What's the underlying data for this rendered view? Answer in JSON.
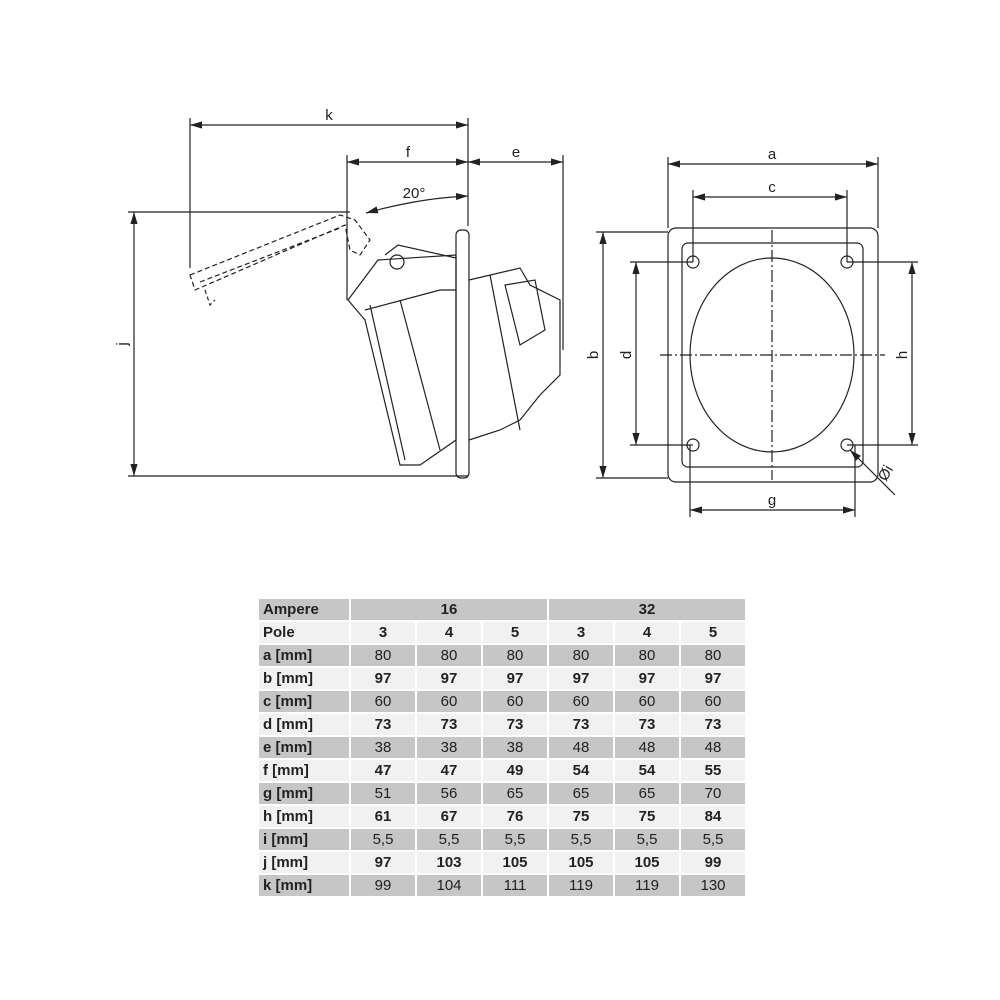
{
  "drawing": {
    "side_view_labels": {
      "k": "k",
      "f": "f",
      "e": "e",
      "j": "j",
      "angle": "20°"
    },
    "front_view_labels": {
      "a": "a",
      "c": "c",
      "b": "b",
      "d": "d",
      "h": "h",
      "g": "g",
      "hole": "Øi"
    }
  },
  "table": {
    "header": {
      "label": "Ampere",
      "groups": [
        "16",
        "32"
      ]
    },
    "pole": {
      "label": "Pole",
      "values": [
        "3",
        "4",
        "5",
        "3",
        "4",
        "5"
      ]
    },
    "rows": [
      {
        "label": "a [mm]",
        "values": [
          "80",
          "80",
          "80",
          "80",
          "80",
          "80"
        ]
      },
      {
        "label": "b [mm]",
        "values": [
          "97",
          "97",
          "97",
          "97",
          "97",
          "97"
        ]
      },
      {
        "label": "c [mm]",
        "values": [
          "60",
          "60",
          "60",
          "60",
          "60",
          "60"
        ]
      },
      {
        "label": "d [mm]",
        "values": [
          "73",
          "73",
          "73",
          "73",
          "73",
          "73"
        ]
      },
      {
        "label": "e [mm]",
        "values": [
          "38",
          "38",
          "38",
          "48",
          "48",
          "48"
        ]
      },
      {
        "label": "f [mm]",
        "values": [
          "47",
          "47",
          "49",
          "54",
          "54",
          "55"
        ]
      },
      {
        "label": "g [mm]",
        "values": [
          "51",
          "56",
          "65",
          "65",
          "65",
          "70"
        ]
      },
      {
        "label": "h [mm]",
        "values": [
          "61",
          "67",
          "76",
          "75",
          "75",
          "84"
        ]
      },
      {
        "label": "i [mm]",
        "values": [
          "5,5",
          "5,5",
          "5,5",
          "5,5",
          "5,5",
          "5,5"
        ]
      },
      {
        "label": "j [mm]",
        "values": [
          "97",
          "103",
          "105",
          "105",
          "105",
          "99"
        ]
      },
      {
        "label": "k [mm]",
        "values": [
          "99",
          "104",
          "111",
          "119",
          "119",
          "130"
        ]
      }
    ]
  }
}
